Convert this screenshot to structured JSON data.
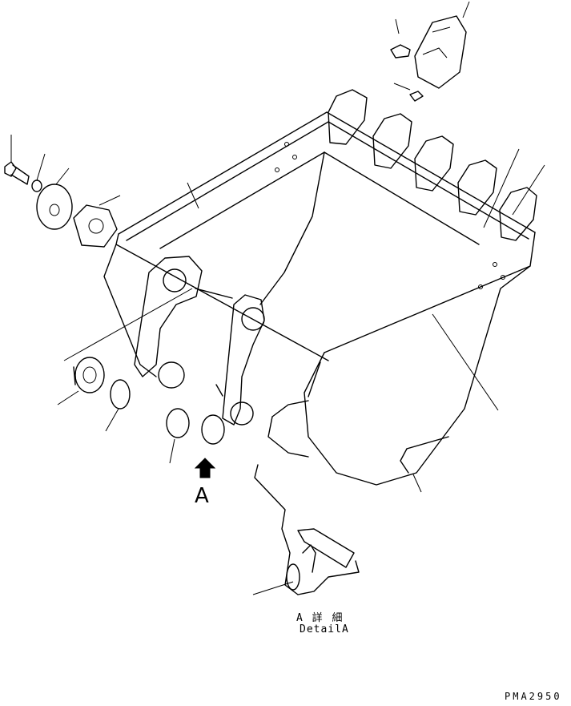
{
  "diagram": {
    "view_marker": "A",
    "detail_caption_jp": "A 詳 細",
    "detail_caption_en": "DetailA",
    "reference_code": "PMA2950"
  },
  "icons": {
    "view_arrow": "up-arrow-icon"
  }
}
